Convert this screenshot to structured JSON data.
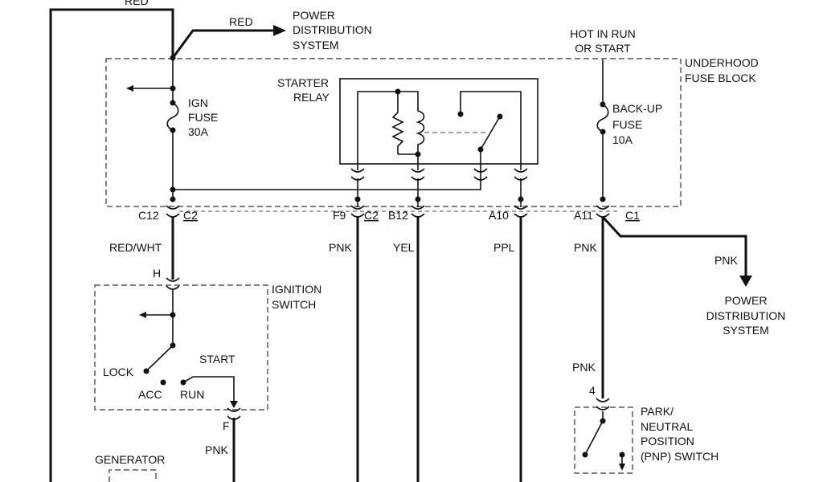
{
  "labels": {
    "red_top": "RED",
    "red_mid": "RED",
    "pds_top": [
      "POWER",
      "DISTRIBUTION",
      "SYSTEM"
    ],
    "hot_in_run": [
      "HOT IN RUN",
      "OR START"
    ],
    "underhood": [
      "UNDERHOOD",
      "FUSE BLOCK"
    ],
    "ign_fuse": [
      "IGN",
      "FUSE",
      "30A"
    ],
    "starter_relay": [
      "STARTER",
      "RELAY"
    ],
    "backup_fuse": [
      "BACK-UP",
      "FUSE",
      "10A"
    ],
    "c12": "C12",
    "c2a": "C2",
    "f9": "F9",
    "c2b": "C2",
    "b12": "B12",
    "a10": "A10",
    "a11": "A11",
    "c1": "C1",
    "red_wht": "RED/WHT",
    "pnk_f9": "PNK",
    "yel": "YEL",
    "ppl": "PPL",
    "pnk_a11": "PNK",
    "pnk_right": "PNK",
    "pds_right": [
      "POWER",
      "DISTRIBUTION",
      "SYSTEM"
    ],
    "h": "H",
    "ignition_switch": [
      "IGNITION",
      "SWITCH"
    ],
    "lock": "LOCK",
    "acc": "ACC",
    "run": "RUN",
    "start": "START",
    "f": "F",
    "pnk_bottom": "PNK",
    "generator": "GENERATOR",
    "pnk_pnp": "PNK",
    "pin4": "4",
    "pnp_switch": [
      "PARK/",
      "NEUTRAL",
      "POSITION",
      "(PNP) SWITCH"
    ]
  }
}
